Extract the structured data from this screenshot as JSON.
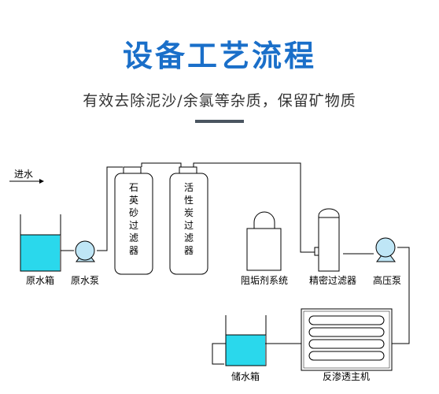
{
  "header": {
    "title": "设备工艺流程",
    "subtitle": "有效去除泥沙/余氯等杂质，保留矿物质"
  },
  "diagram": {
    "inlet_label": "进水",
    "filter1_chars": [
      "石",
      "英",
      "砂",
      "过",
      "滤",
      "器"
    ],
    "filter2_chars": [
      "活",
      "性",
      "炭",
      "过",
      "滤",
      "器"
    ],
    "labels": {
      "raw_tank": "原水箱",
      "raw_pump": "原水泵",
      "antiscalant": "阻垢剂系统",
      "precision_filter": "精密过滤器",
      "hp_pump": "高压泵",
      "storage_tank": "储水箱",
      "ro_unit": "反渗透主机"
    },
    "colors": {
      "water": "#2ad8ec",
      "pump": "#bfe6f6",
      "title": "#1a6fc9"
    }
  }
}
